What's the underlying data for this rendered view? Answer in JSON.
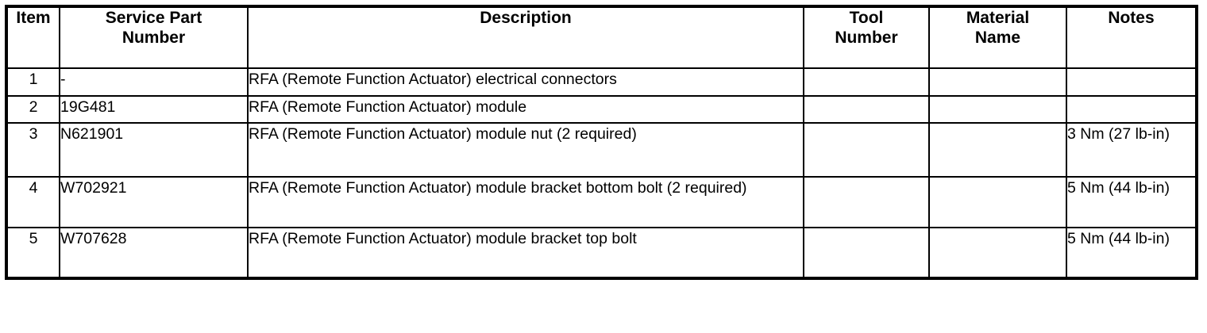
{
  "table": {
    "columns": [
      {
        "key": "item",
        "label": "Item"
      },
      {
        "key": "part",
        "label_line1": "Service Part",
        "label_line2": "Number"
      },
      {
        "key": "description",
        "label": "Description"
      },
      {
        "key": "tool",
        "label_line1": "Tool",
        "label_line2": "Number"
      },
      {
        "key": "material",
        "label_line1": "Material",
        "label_line2": "Name"
      },
      {
        "key": "notes",
        "label": "Notes"
      }
    ],
    "rows": [
      {
        "item": "1",
        "part": "-",
        "description": "RFA (Remote Function Actuator) electrical connectors",
        "tool": "",
        "material": "",
        "notes": ""
      },
      {
        "item": "2",
        "part": "19G481",
        "description": "RFA (Remote Function Actuator) module",
        "tool": "",
        "material": "",
        "notes": ""
      },
      {
        "item": "3",
        "part": "N621901",
        "description": "RFA (Remote Function Actuator) module nut (2 required)",
        "tool": "",
        "material": "",
        "notes": "3 Nm (27 lb-in)"
      },
      {
        "item": "4",
        "part": "W702921",
        "description": "RFA (Remote Function Actuator) module bracket bottom bolt (2 required)",
        "tool": "",
        "material": "",
        "notes": "5 Nm (44 lb-in)"
      },
      {
        "item": "5",
        "part": "W707628",
        "description": "RFA (Remote Function Actuator) module bracket top bolt",
        "tool": "",
        "material": "",
        "notes": "5 Nm (44 lb-in)"
      }
    ]
  },
  "style": {
    "text_color": "#000000",
    "background_color": "#ffffff",
    "border_color": "#000000"
  }
}
